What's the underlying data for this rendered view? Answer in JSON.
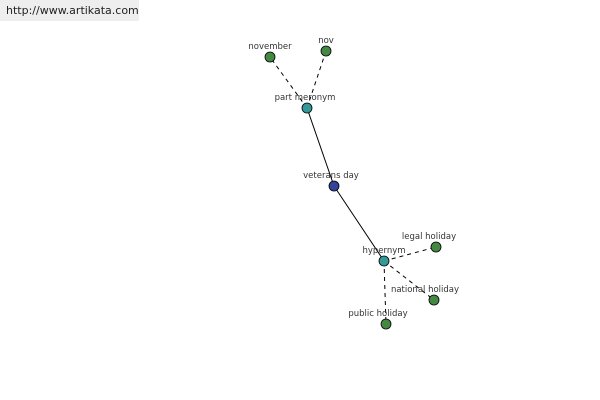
{
  "source_link": "http://www.artikata.com",
  "colors": {
    "center": "#334499",
    "relation": "#339999",
    "leaf": "#448844",
    "edge": "#000000"
  },
  "graph": {
    "nodes": [
      {
        "id": "veterans-day",
        "label": "veterans day",
        "role": "center"
      },
      {
        "id": "part-meronym",
        "label": "part meronym",
        "role": "relation"
      },
      {
        "id": "november",
        "label": "november",
        "role": "leaf"
      },
      {
        "id": "nov",
        "label": "nov",
        "role": "leaf"
      },
      {
        "id": "hypernym",
        "label": "hypernym",
        "role": "relation"
      },
      {
        "id": "legal-holiday",
        "label": "legal holiday",
        "role": "leaf"
      },
      {
        "id": "national-holiday",
        "label": "national holiday",
        "role": "leaf"
      },
      {
        "id": "public-holiday",
        "label": "public holiday",
        "role": "leaf"
      }
    ],
    "edges": [
      {
        "from": "veterans-day",
        "to": "part-meronym",
        "style": "solid"
      },
      {
        "from": "veterans-day",
        "to": "hypernym",
        "style": "solid"
      },
      {
        "from": "part-meronym",
        "to": "november",
        "style": "dashed"
      },
      {
        "from": "part-meronym",
        "to": "nov",
        "style": "dashed"
      },
      {
        "from": "hypernym",
        "to": "legal-holiday",
        "style": "dashed"
      },
      {
        "from": "hypernym",
        "to": "national-holiday",
        "style": "dashed"
      },
      {
        "from": "hypernym",
        "to": "public-holiday",
        "style": "dashed"
      }
    ]
  }
}
